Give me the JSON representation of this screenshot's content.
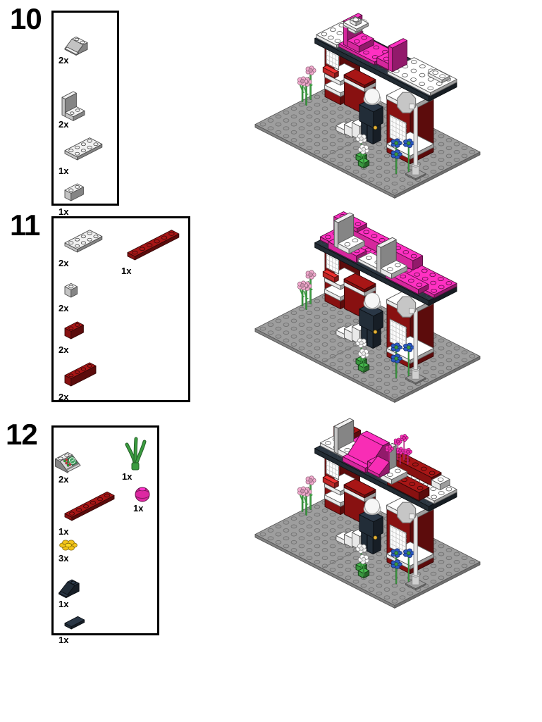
{
  "page": {
    "kind": "LEGO building instruction manual page",
    "background": "#FFFFFF"
  },
  "colors": {
    "dark_red": "#8C1212",
    "magenta": "#DD28A2",
    "light_gray": "#C9C9C9",
    "white_part": "#F0F0F0",
    "baseplate_gray": "#9A9A9A",
    "roof_black": "#232C35",
    "part_black": "#232E3A",
    "green": "#3B9C40",
    "yellow": "#F2C318",
    "pink_flower": "#F0A8CC",
    "blue_flower": "#2B59C3",
    "counter_red": "#C62828",
    "lamp_gray": "#CFCFCF",
    "gold": "#E6B23C",
    "screen_green": "#3FA060"
  },
  "steps": [
    {
      "number": "10",
      "box": {
        "part_rows": [
          [
            {
              "type": "slope2x2",
              "desc": "slope-brick-2x2-light-gray",
              "qty": "2x",
              "color": "light_gray"
            }
          ],
          [
            {
              "type": "seat",
              "desc": "seat-2x2-light-gray",
              "qty": "2x",
              "color": "light_gray"
            }
          ],
          [
            {
              "type": "plate",
              "w": 2,
              "d": 4,
              "s": 1.1,
              "desc": "plate-2x4-light-gray",
              "qty": "1x",
              "color": "light_gray"
            }
          ],
          [
            {
              "type": "brick",
              "w": 1,
              "d": 2,
              "s": 1.1,
              "desc": "brick-1x2-light-gray",
              "qty": "1x",
              "color": "light_gray"
            }
          ]
        ]
      },
      "render": {
        "variant": "v1",
        "desc": "booth model with magenta roof plates, two magenta seats on top and white ornament"
      }
    },
    {
      "number": "11",
      "box": {
        "part_rows": [
          [
            {
              "type": "plate",
              "w": 2,
              "d": 4,
              "s": 1.1,
              "desc": "plate-2x4-light-gray",
              "qty": "2x",
              "color": "light_gray"
            },
            {
              "type": "plate",
              "w": 1,
              "d": 6,
              "s": 1.3,
              "desc": "plate-1x6-dark-red",
              "qty": "1x",
              "color": "dark_red"
            }
          ],
          [
            {
              "type": "brick",
              "w": 1,
              "d": 1,
              "s": 1.1,
              "desc": "brick-1x1-light-gray",
              "qty": "2x",
              "color": "light_gray"
            }
          ],
          [
            {
              "type": "brick",
              "w": 1,
              "d": 2,
              "s": 1.1,
              "desc": "brick-1x2-dark-red",
              "qty": "2x",
              "color": "dark_red"
            }
          ],
          [
            {
              "type": "brick",
              "w": 1,
              "d": 4,
              "s": 1.1,
              "desc": "brick-1x4-dark-red",
              "qty": "2x",
              "color": "dark_red"
            }
          ]
        ]
      },
      "render": {
        "variant": "v2",
        "desc": "booth model with magenta parapet wall around rooftop and gray seat backs"
      }
    },
    {
      "number": "12",
      "box": {
        "part_rows": [
          [
            {
              "type": "cpanel",
              "desc": "slope-2x2-control-panel-print",
              "qty": "2x",
              "color": "light_gray"
            },
            {
              "type": "plant",
              "desc": "plant-stem-green",
              "qty": "1x",
              "color": "green"
            }
          ],
          [
            {
              "type": "plate",
              "w": 1,
              "d": 6,
              "s": 1.25,
              "desc": "plate-1x6-dark-red",
              "qty": "1x",
              "color": "dark_red"
            },
            {
              "type": "ball",
              "desc": "round-bud-magenta",
              "qty": "1x",
              "color": "magenta"
            }
          ],
          [
            {
              "type": "flower",
              "desc": "flower-plate-yellow",
              "qty": "3x",
              "color": "yellow"
            }
          ],
          [
            {
              "type": "slopeblk",
              "desc": "slope-45-1x2-black",
              "qty": "1x",
              "color": "part_black"
            }
          ],
          [
            {
              "type": "tile",
              "w": 1,
              "d": 2,
              "s": 1.15,
              "desc": "tile-1x2-black",
              "qty": "1x",
              "color": "part_black"
            }
          ]
        ]
      },
      "render": {
        "variant": "v3",
        "desc": "booth model with dark red roof edge, magenta canopy slopes and magenta flower sprigs"
      }
    }
  ]
}
